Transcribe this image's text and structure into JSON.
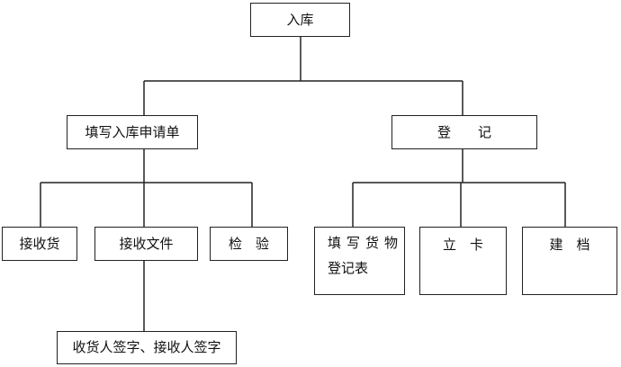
{
  "nodes": {
    "root": "入库",
    "apply": "填写入库申请单",
    "register": "登　　记",
    "receive_goods": "接收货",
    "receive_docs": "接收文件",
    "inspect": "检　验",
    "sign": "收货人签字、接收人签字",
    "fill_form_line1": "填写货物",
    "fill_form_line2": "登记表",
    "card": "立　卡",
    "archive": "建　档"
  },
  "colors": {
    "line": "#222222",
    "text": "#111111",
    "background": "#ffffff"
  }
}
